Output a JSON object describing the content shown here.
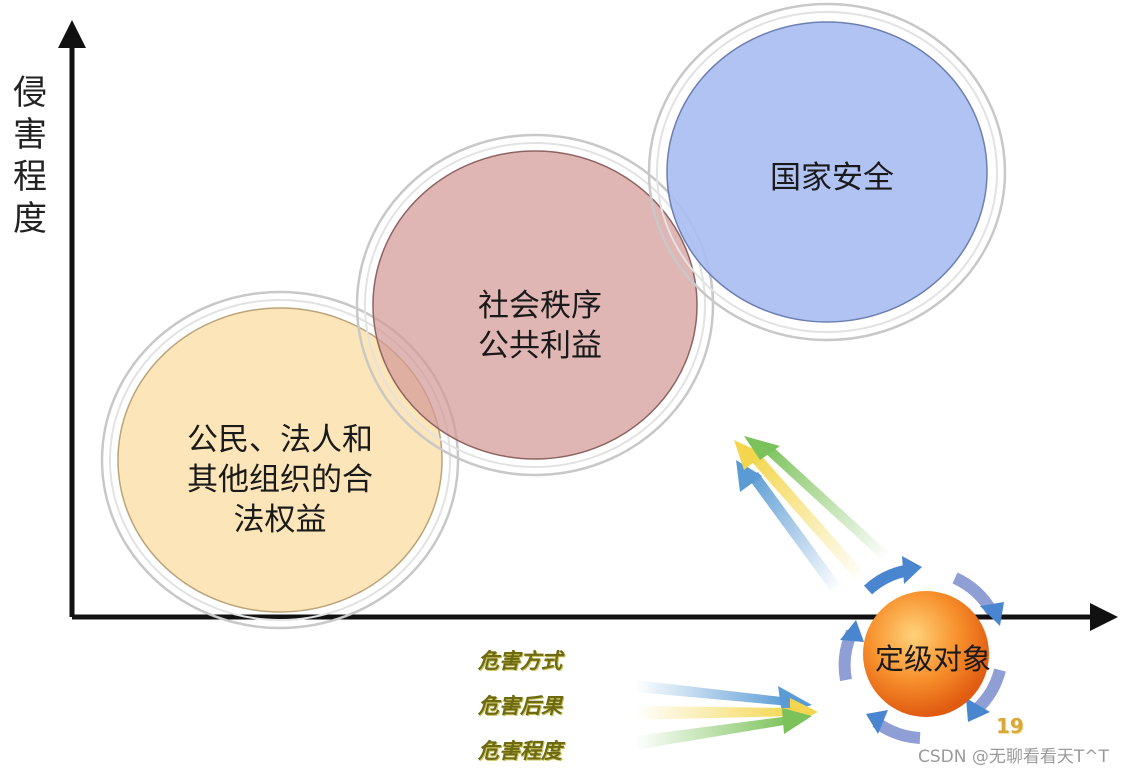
{
  "axes": {
    "y_label": [
      "侵",
      "害",
      "程",
      "度"
    ]
  },
  "bubbles": [
    {
      "lines": [
        "公民、法人和",
        "其他组织的合",
        "法权益"
      ],
      "color": "#fce5b8"
    },
    {
      "lines": [
        "社会秩序",
        "公共利益"
      ],
      "color": "#d49a98"
    },
    {
      "lines": [
        "国家安全"
      ],
      "color": "#a9bdf2"
    }
  ],
  "factors": [
    "危害方式",
    "危害后果",
    "危害程度"
  ],
  "target": {
    "label": "定级对象",
    "color": "#f07a1e"
  },
  "page_number": "19",
  "watermark": "CSDN @无聊看看天T^T",
  "colors": {
    "arrow_blue": "#5b9bd5",
    "arrow_yellow": "#f3d64e",
    "arrow_green": "#7cc25a",
    "cycle_arrow": "#4a86d0"
  }
}
